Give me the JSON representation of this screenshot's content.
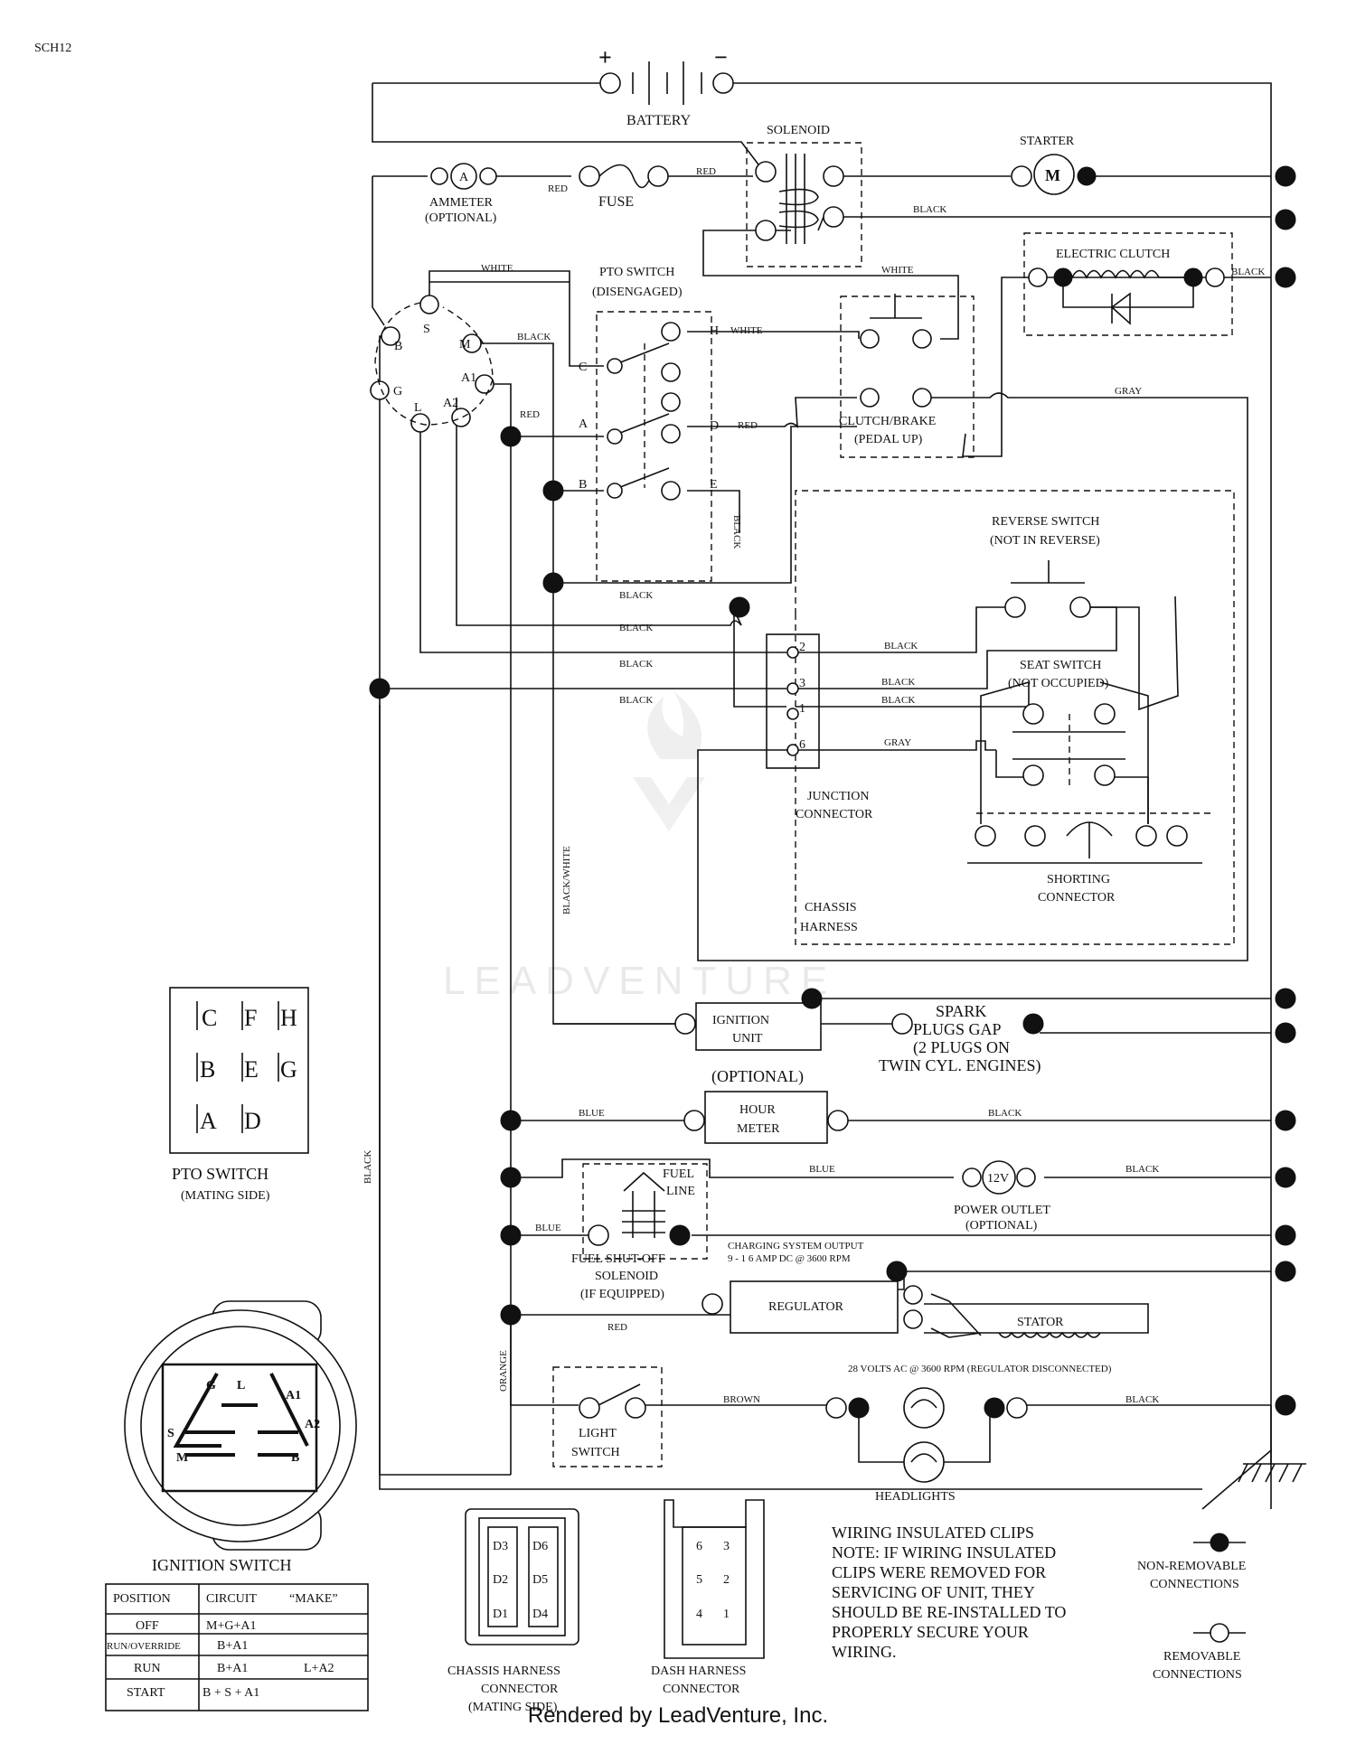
{
  "doc_id": "SCH12",
  "components": {
    "battery": "BATTERY",
    "plus": "+",
    "minus": "−",
    "solenoid": "SOLENOID",
    "starter": "STARTER",
    "starter_symbol": "M",
    "ammeter_line1": "AMMETER",
    "ammeter_line2": "(OPTIONAL)",
    "ammeter_symbol": "A",
    "fuse": "FUSE",
    "electric_clutch": "ELECTRIC CLUTCH",
    "pto_line1": "PTO SWITCH",
    "pto_line2": "(DISENGAGED)",
    "clutch_brake_line1": "CLUTCH/BRAKE",
    "clutch_brake_line2": "(PEDAL UP)",
    "reverse_line1": "REVERSE SWITCH",
    "reverse_line2": "(NOT IN REVERSE)",
    "seat_line1": "SEAT SWITCH",
    "seat_line2": "(NOT OCCUPIED)",
    "junction_line1": "JUNCTION",
    "junction_line2": "CONNECTOR",
    "shorting_line1": "SHORTING",
    "shorting_line2": "CONNECTOR",
    "chassis_line1": "CHASSIS",
    "chassis_line2": "HARNESS",
    "ignition_line1": "IGNITION",
    "ignition_line2": "UNIT",
    "spark_line1": "SPARK",
    "spark_line2": "PLUGS GAP",
    "spark_line3": "(2 PLUGS ON",
    "spark_line4": "TWIN CYL. ENGINES)",
    "hour_optional": "(OPTIONAL)",
    "hour_line1": "HOUR",
    "hour_line2": "METER",
    "fuel_line1": "FUEL",
    "fuel_line2": "LINE",
    "power_line1": "POWER OUTLET",
    "power_line2": "(OPTIONAL)",
    "power_symbol": "12V",
    "fss_line1": "FUEL SHUT-OFF",
    "fss_line2": "SOLENOID",
    "fss_line3": "(IF EQUIPPED)",
    "charging_line1": "CHARGING SYSTEM OUTPUT",
    "charging_line2": "9 - 1 6 AMP DC @ 3600 RPM",
    "regulator": "REGULATOR",
    "stator": "STATOR",
    "stator_note": "28 VOLTS AC @ 3600 RPM (REGULATOR DISCONNECTED)",
    "light_line1": "LIGHT",
    "light_line2": "SWITCH",
    "headlights": "HEADLIGHTS"
  },
  "wire_labels": {
    "red": "RED",
    "white": "WHITE",
    "black": "BLACK",
    "gray": "GRAY",
    "blue": "BLUE",
    "brown": "BROWN",
    "orange": "ORANGE",
    "black_white": "BLACK/WHITE"
  },
  "ignition_terminals": [
    "S",
    "M",
    "A1",
    "A2",
    "L",
    "G",
    "B"
  ],
  "pto_terminals": [
    "C",
    "H",
    "A",
    "D",
    "B",
    "E"
  ],
  "junction_pins": [
    "2",
    "3",
    "1",
    "6"
  ],
  "pto_mating": {
    "title": "PTO SWITCH",
    "subtitle": "(MATING SIDE)",
    "grid": [
      [
        "C",
        "F",
        "H"
      ],
      [
        "B",
        "E",
        "G"
      ],
      [
        "A",
        "D"
      ]
    ]
  },
  "ignition_switch": {
    "title": "IGNITION SWITCH",
    "face_labels": [
      "G",
      "L",
      "A1",
      "S",
      "A2",
      "M",
      "B"
    ],
    "headers": [
      "POSITION",
      "CIRCUIT",
      "“MAKE”"
    ],
    "rows": [
      [
        "OFF",
        "M+G+A1",
        ""
      ],
      [
        "RUN/OVERRIDE",
        "B+A1",
        ""
      ],
      [
        "RUN",
        "B+A1",
        "L+A2"
      ],
      [
        "START",
        "B + S + A1",
        ""
      ]
    ]
  },
  "chassis_connector": {
    "line1": "CHASSIS HARNESS",
    "line2": "CONNECTOR",
    "line3": "(MATING SIDE)",
    "pins_left": [
      "D3",
      "D2",
      "D1"
    ],
    "pins_right": [
      "D6",
      "D5",
      "D4"
    ]
  },
  "dash_connector": {
    "line1": "DASH HARNESS",
    "line2": "CONNECTOR",
    "pins_left": [
      "6",
      "5",
      "4"
    ],
    "pins_right": [
      "3",
      "2",
      "1"
    ]
  },
  "note": {
    "title": "WIRING INSULATED CLIPS",
    "lines": [
      "NOTE:  IF WIRING INSULATED",
      "CLIPS WERE REMOVED FOR",
      "SERVICING OF UNIT, THEY",
      "SHOULD BE RE-INSTALLED TO",
      "PROPERLY SECURE YOUR",
      "WIRING."
    ]
  },
  "legend": {
    "nonremovable_line1": "NON-REMOVABLE",
    "nonremovable_line2": "CONNECTIONS",
    "removable_line1": "REMOVABLE",
    "removable_line2": "CONNECTIONS"
  },
  "watermark": "LEADVENTURE",
  "footer": "Rendered by LeadVenture, Inc."
}
